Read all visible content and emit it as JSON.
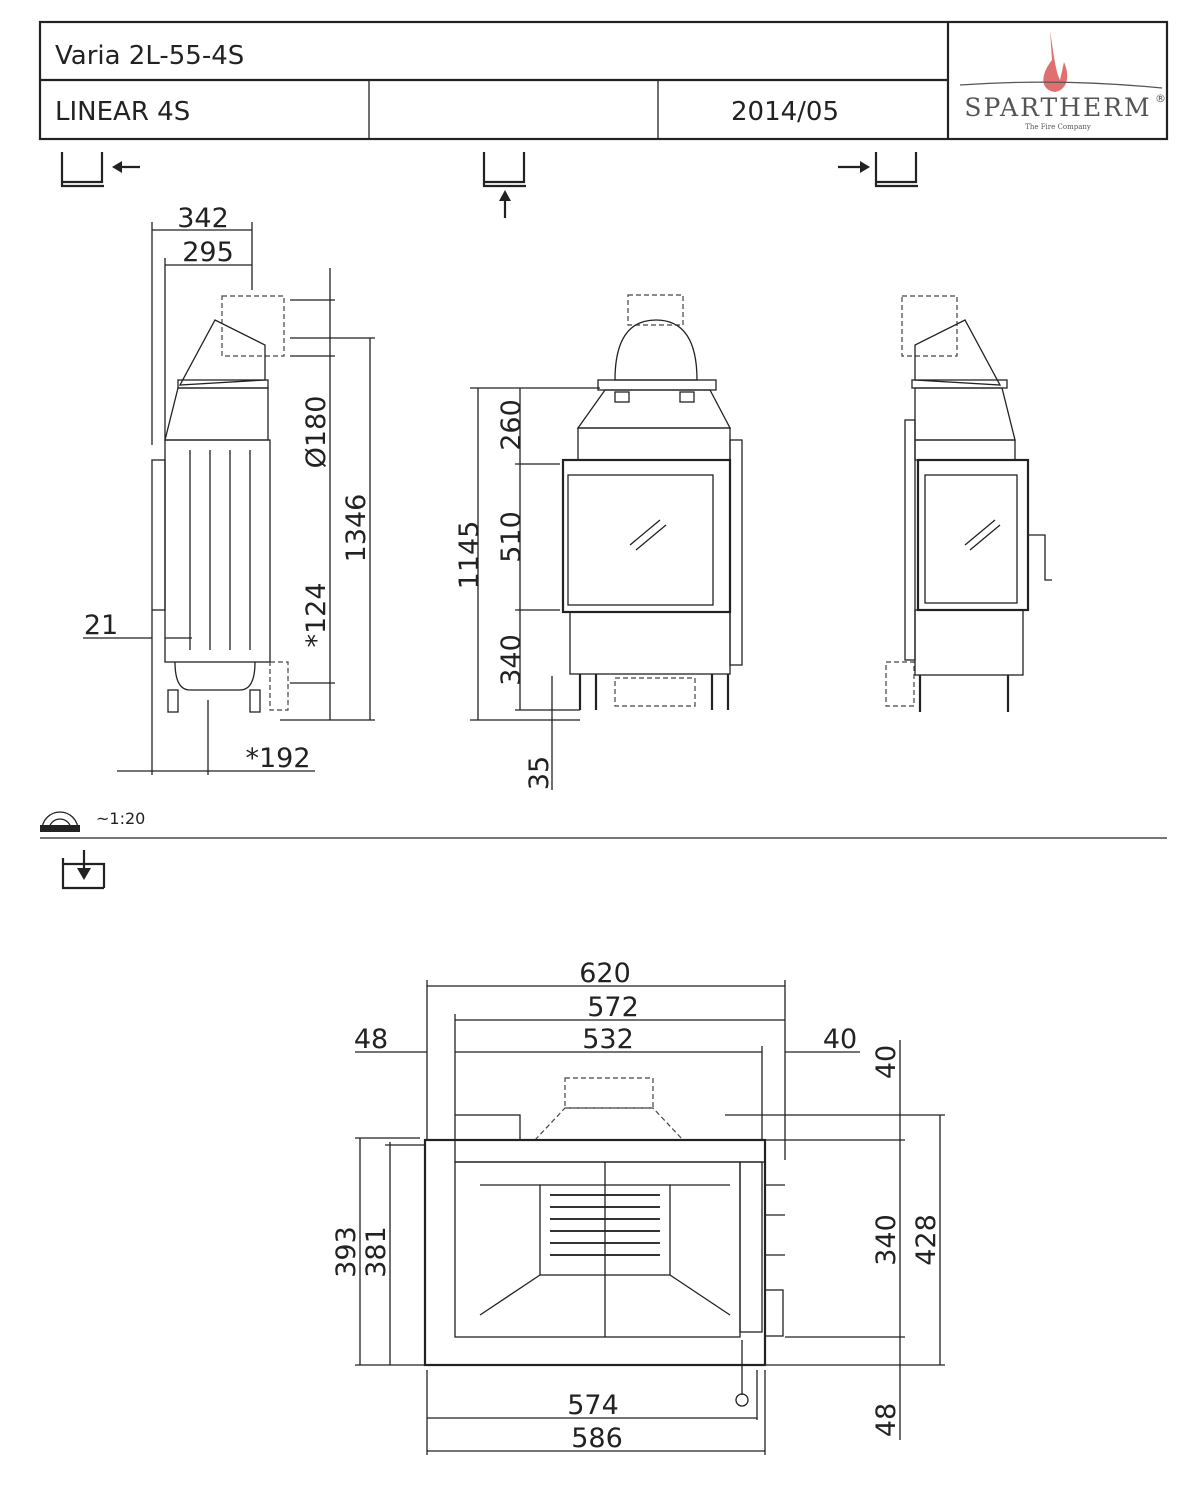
{
  "header": {
    "model": "Varia 2L-55-4S",
    "series": "LINEAR 4S",
    "middle": "",
    "date": "2014/05",
    "logo": {
      "brand": "SPARTHERM",
      "tagline": "The Fire Company",
      "registered": "®",
      "flame_color": "#e07070"
    }
  },
  "icons": [
    "view-left-icon",
    "view-front-icon",
    "view-right-icon",
    "scale-protractor-icon",
    "view-top-icon"
  ],
  "scale": "~1:20",
  "side_view": {
    "dims": {
      "d342": "342",
      "d295": "295",
      "d180": "Ø180",
      "d1346": "1346",
      "d124": "*124",
      "d21": "21",
      "d192": "*192"
    }
  },
  "front_view": {
    "dims": {
      "d1145": "1145",
      "d260": "260",
      "d510": "510",
      "d340": "340",
      "d35": "35"
    }
  },
  "top_view": {
    "dims": {
      "d620": "620",
      "d572": "572",
      "d532": "532",
      "d48a": "48",
      "d40a": "40",
      "d40b": "40",
      "d393": "393",
      "d381": "381",
      "d340": "340",
      "d428": "428",
      "d48b": "48",
      "d574": "574",
      "d586": "586"
    }
  }
}
